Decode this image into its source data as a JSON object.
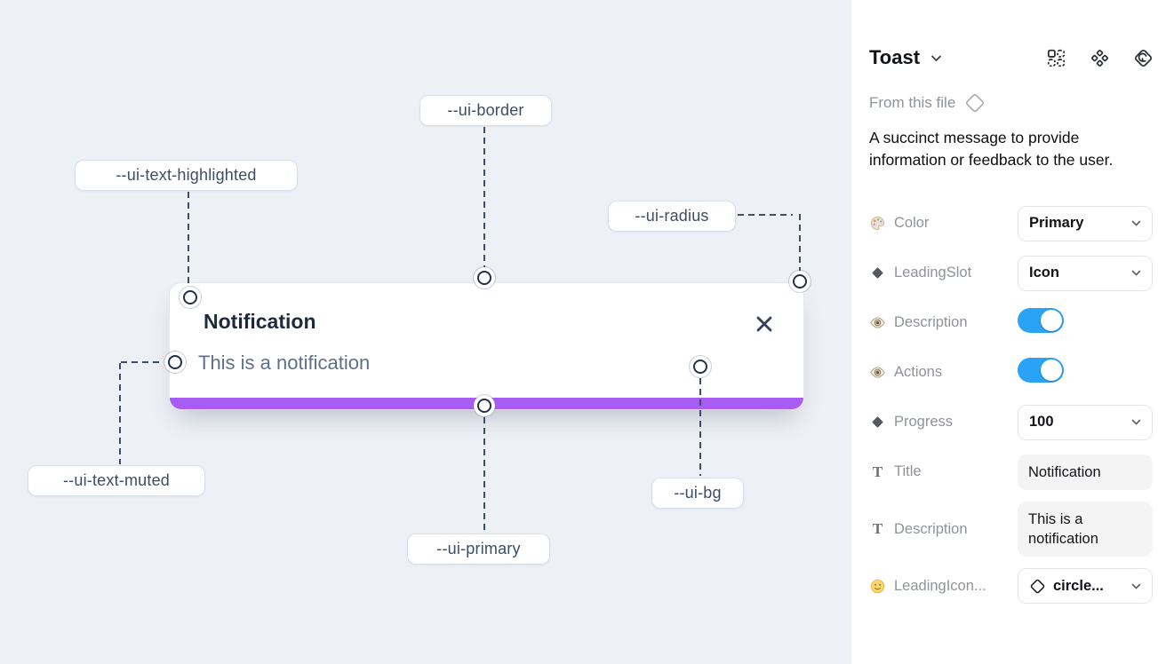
{
  "colors": {
    "primary_bar": "#a85cf4",
    "toggle_on": "#2aa3f7",
    "canvas_bg": "#edf0f5",
    "annotation_text": "#3e4d66"
  },
  "canvas": {
    "card": {
      "title": "Notification",
      "description": "This is a notification"
    },
    "labels": [
      {
        "text": "--ui-border"
      },
      {
        "text": "--ui-text-highlighted"
      },
      {
        "text": "--ui-radius"
      },
      {
        "text": "--ui-text-muted"
      },
      {
        "text": "--ui-primary"
      },
      {
        "text": "--ui-bg"
      }
    ]
  },
  "panel": {
    "title": "Toast",
    "source": "From this file",
    "description": "A succinct message to provide information or feedback to the user.",
    "text_icon_glyph": "T",
    "rows": [
      {
        "label": "Color",
        "value": "Primary",
        "control": "select",
        "icon": "palette-icon"
      },
      {
        "label": "LeadingSlot",
        "value": "Icon",
        "control": "select",
        "icon": "diamond-icon"
      },
      {
        "label": "Description",
        "toggle": "on",
        "control": "toggle",
        "icon": "eye-icon"
      },
      {
        "label": "Actions",
        "toggle": "on",
        "control": "toggle",
        "icon": "eye-icon"
      },
      {
        "label": "Progress",
        "value": "100",
        "control": "select",
        "icon": "diamond-icon"
      },
      {
        "label": "Title",
        "value": "Notification",
        "control": "text",
        "icon": "text-icon"
      },
      {
        "label": "Description",
        "value": "This is a notification",
        "control": "text",
        "icon": "text-icon"
      },
      {
        "label": "LeadingIcon...",
        "value": "circle...",
        "control": "select",
        "icon": "smiley-icon"
      }
    ]
  }
}
